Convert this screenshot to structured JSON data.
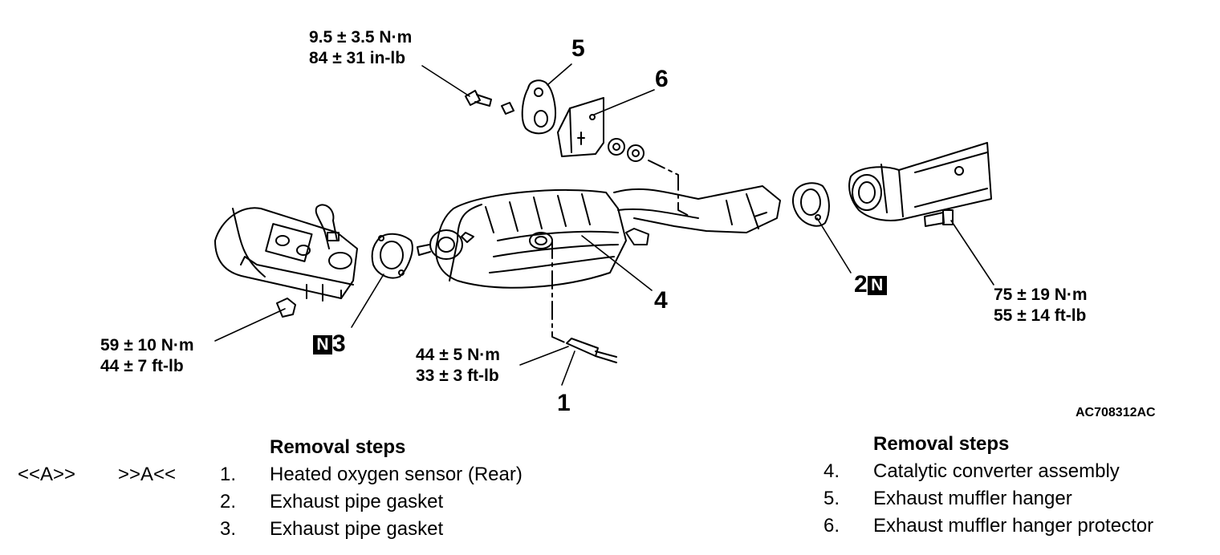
{
  "torque": {
    "hanger_bolt": {
      "nm": "9.5 ± 3.5 N·m",
      "imp": "84 ± 31 in-lb"
    },
    "manifold_nut": {
      "nm": "59 ± 10 N·m",
      "imp": "44 ± 7 ft-lb"
    },
    "o2_sensor": {
      "nm": "44 ± 5 N·m",
      "imp": "33 ± 3 ft-lb"
    },
    "flange_bolt": {
      "nm": "75 ± 19 N·m",
      "imp": "55 ± 14 ft-lb"
    }
  },
  "callouts": {
    "c1": "1",
    "c2": "2",
    "c3": "3",
    "c4": "4",
    "c5": "5",
    "c6": "6",
    "new_mark": "N"
  },
  "figure_code": "AC708312AC",
  "removal_left": {
    "heading": "Removal steps",
    "marks": [
      "<<A>>",
      ">>A<<"
    ],
    "items": [
      {
        "num": "1.",
        "label": "Heated oxygen sensor (Rear)"
      },
      {
        "num": "2.",
        "label": "Exhaust pipe gasket"
      },
      {
        "num": "3.",
        "label": "Exhaust pipe gasket"
      }
    ]
  },
  "removal_right": {
    "heading": "Removal steps",
    "items": [
      {
        "num": "4.",
        "label": "Catalytic converter assembly"
      },
      {
        "num": "5.",
        "label": "Exhaust muffler hanger"
      },
      {
        "num": "6.",
        "label": "Exhaust muffler hanger protector"
      }
    ]
  }
}
